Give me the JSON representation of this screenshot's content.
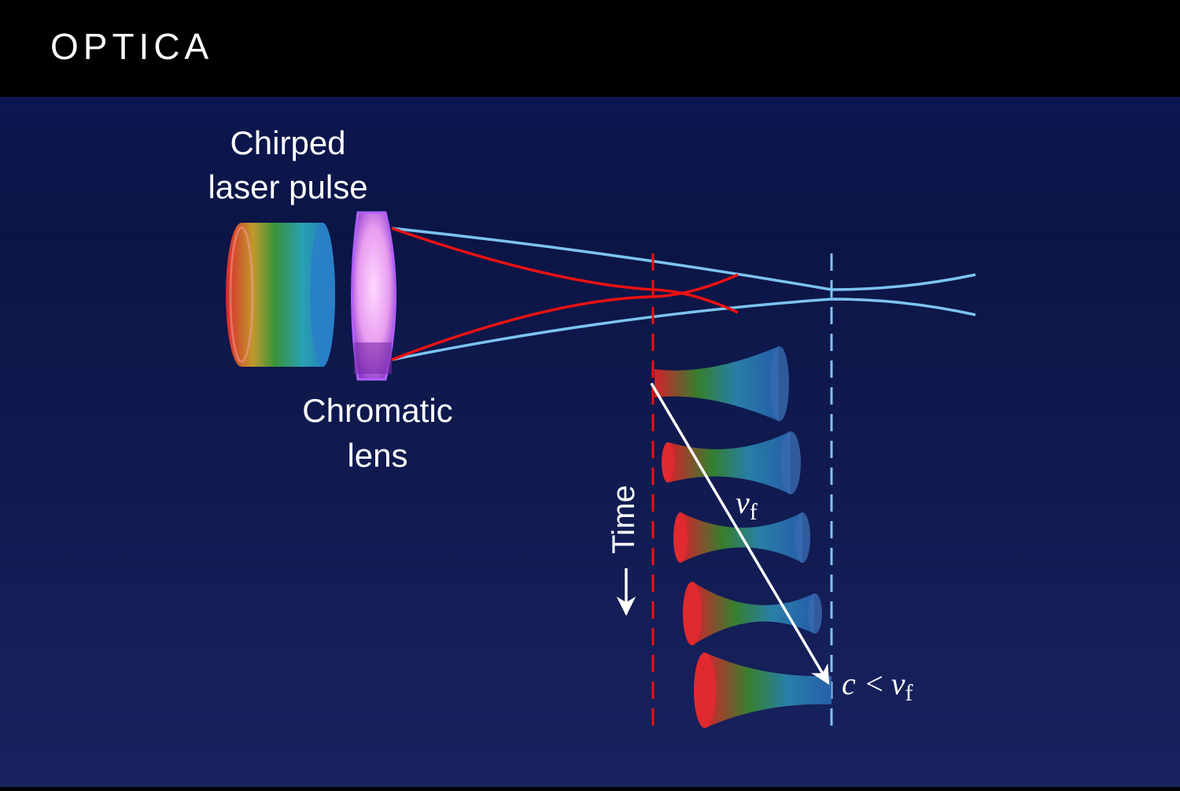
{
  "header": {
    "logo": "OPTICA"
  },
  "labels": {
    "pulse_line1": "Chirped",
    "pulse_line2": "laser pulse",
    "lens_line1": "Chromatic",
    "lens_line2": "lens",
    "time": "Time",
    "vf_symbol": "v",
    "vf_subscript": "f",
    "relation_c": "c <",
    "relation_v": "v",
    "relation_sub": "f"
  },
  "colors": {
    "background_top": "#0b1548",
    "background_bottom": "#18225f",
    "red_beam": "#ee1111",
    "blue_beam": "#7cc4f2"
  }
}
